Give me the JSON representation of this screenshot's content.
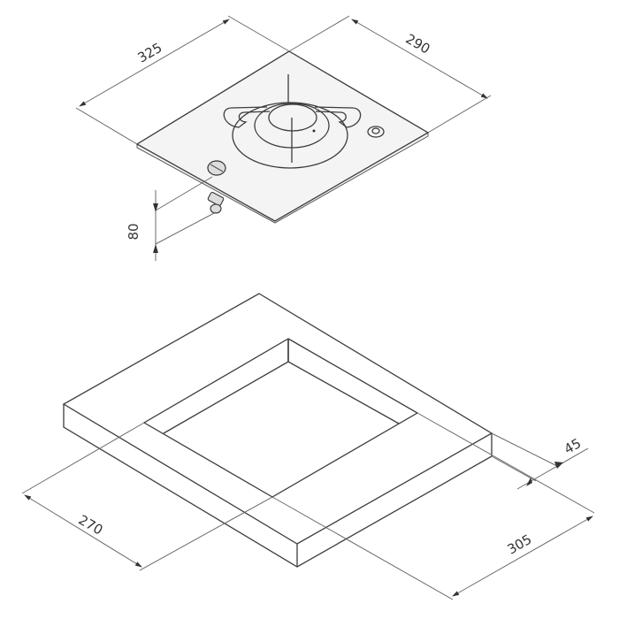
{
  "figure": {
    "type": "isometric technical drawing",
    "views": [
      {
        "name": "hob",
        "description": "single gas burner hob with pan support, control knob and ignition button"
      },
      {
        "name": "cutout",
        "description": "worktop with cut-out"
      }
    ]
  },
  "dimensions": {
    "hob_depth": "325",
    "hob_width": "290",
    "hob_under_height": "80",
    "cutout_depth": "270",
    "cutout_width": "305",
    "min_edge_distance": "45"
  },
  "colors": {
    "background": "#ffffff",
    "line": "#3c3c3c",
    "dimension_line": "#6a6a6a",
    "text": "#333333"
  }
}
